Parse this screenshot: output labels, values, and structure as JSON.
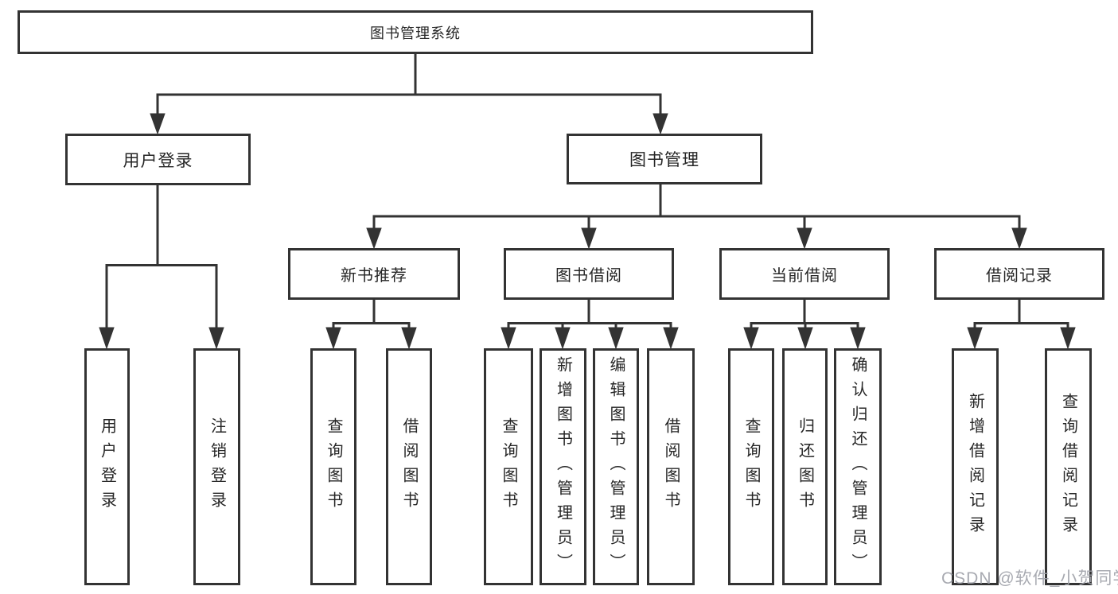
{
  "diagram": {
    "root": {
      "label": "图书管理系统"
    },
    "branches": [
      {
        "label": "用户登录"
      },
      {
        "label": "图书管理"
      }
    ],
    "user_login_children": [
      "用户登录",
      "注销登录"
    ],
    "groups": [
      {
        "label": "新书推荐",
        "children": [
          "查询图书",
          "借阅图书"
        ]
      },
      {
        "label": "图书借阅",
        "children": [
          "查询图书",
          "新增图书（管理员）",
          "编辑图书（管理员）",
          "借阅图书"
        ]
      },
      {
        "label": "当前借阅",
        "children": [
          "查询图书",
          "归还图书",
          "确认归还（管理员）"
        ]
      },
      {
        "label": "借阅记录",
        "children": [
          "新增借阅记录",
          "查询借阅记录"
        ]
      }
    ]
  },
  "watermark": {
    "text": "CSDN @软件_小贺同学"
  },
  "colors": {
    "line": "#333333",
    "text": "#262626",
    "watermark": "#9ea1a8",
    "background": "#ffffff"
  }
}
